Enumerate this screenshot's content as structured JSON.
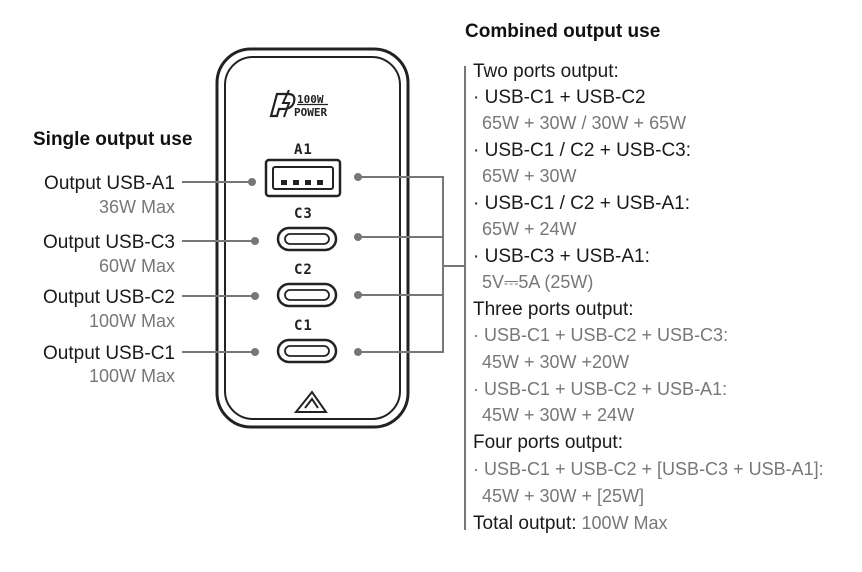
{
  "single": {
    "heading": "Single output use",
    "ports": [
      {
        "label": "Output USB-A1",
        "max": "36W Max"
      },
      {
        "label": "Output USB-C3",
        "max": "60W Max"
      },
      {
        "label": "Output USB-C2",
        "max": "100W Max"
      },
      {
        "label": "Output USB-C1",
        "max": "100W Max"
      }
    ]
  },
  "charger": {
    "logo_top": "100W",
    "logo_bottom": "POWER",
    "port_labels": [
      "A1",
      "C3",
      "C2",
      "C1"
    ]
  },
  "combined": {
    "heading": "Combined output use",
    "two_title": "Two ports output:",
    "two": [
      {
        "combo": "· USB-C1 + USB-C2",
        "value": "65W + 30W / 30W + 65W"
      },
      {
        "combo": "· USB-C1 / C2 + USB-C3:",
        "value": "65W + 30W"
      },
      {
        "combo": "· USB-C1 / C2 + USB-A1:",
        "value": "65W + 24W"
      },
      {
        "combo": "· USB-C3 + USB-A1:",
        "value": "5V⎓5A (25W)"
      }
    ],
    "three_title": "Three ports output:",
    "three": [
      {
        "combo": "· USB-C1 + USB-C2 + USB-C3:",
        "value": "45W + 30W  +20W"
      },
      {
        "combo": "· USB-C1 + USB-C2 + USB-A1:",
        "value": "45W  + 30W  + 24W"
      }
    ],
    "four_title": "Four ports output:",
    "four": [
      {
        "combo": "· USB-C1 + USB-C2 + [USB-C3 + USB-A1]:",
        "value": "45W  + 30W + [25W]"
      }
    ],
    "total_label": "Total output:",
    "total_value": " 100W Max"
  }
}
